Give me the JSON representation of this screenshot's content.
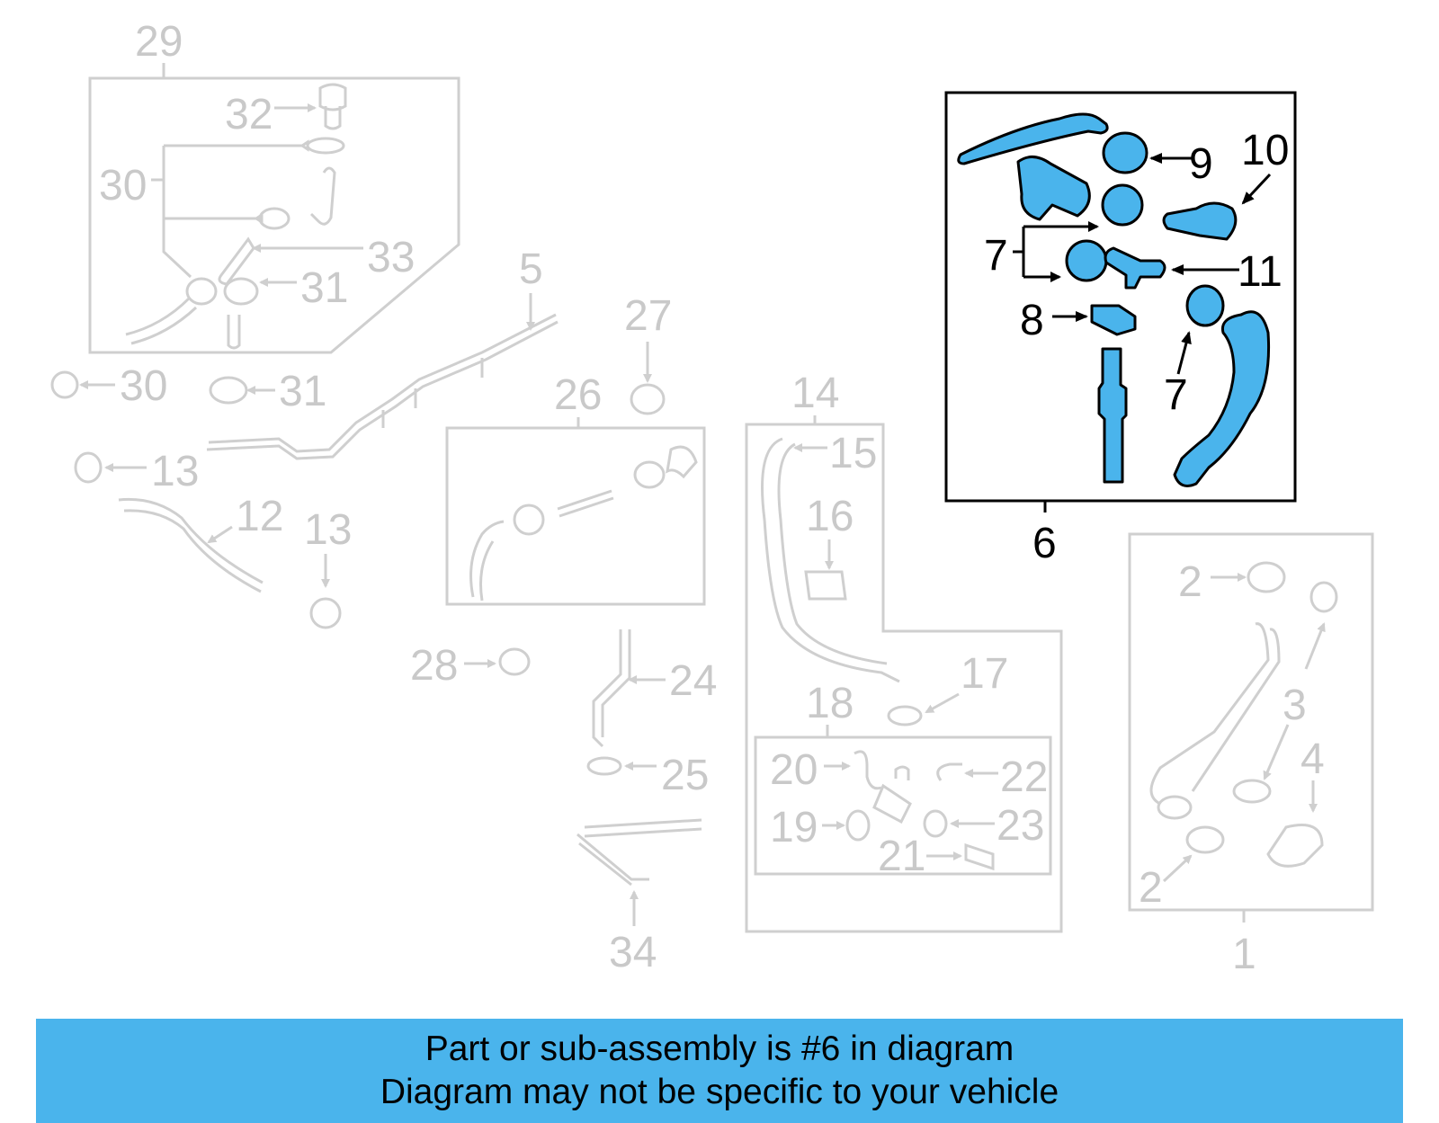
{
  "diagram": {
    "highlight_color": "#4ab4ec",
    "highlighted_part": "6",
    "callouts": {
      "c1": "1",
      "c2a": "2",
      "c2b": "2",
      "c3": "3",
      "c4": "4",
      "c5": "5",
      "c6": "6",
      "c7a": "7",
      "c7b": "7",
      "c8": "8",
      "c9": "9",
      "c10": "10",
      "c11": "11",
      "c12": "12",
      "c13a": "13",
      "c13b": "13",
      "c14": "14",
      "c15": "15",
      "c16": "16",
      "c17": "17",
      "c18": "18",
      "c19": "19",
      "c20": "20",
      "c21": "21",
      "c22": "22",
      "c23": "23",
      "c24": "24",
      "c25": "25",
      "c26": "26",
      "c27": "27",
      "c28": "28",
      "c29": "29",
      "c30a": "30",
      "c30b": "30",
      "c31a": "31",
      "c31b": "31",
      "c32": "32",
      "c33": "33",
      "c34": "34"
    }
  },
  "banner": {
    "color": "#4ab4ec",
    "line1": "Part or sub-assembly is #6 in diagram",
    "line2": "Diagram may not be specific to your vehicle"
  }
}
